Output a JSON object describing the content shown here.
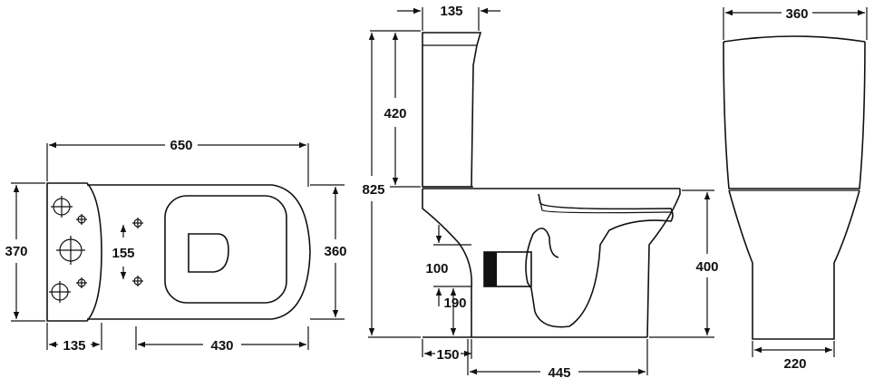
{
  "diagram": {
    "plan_view": {
      "overall_length": "650",
      "overall_width": "370",
      "seat_width": "360",
      "hole_spacing": "155",
      "cistern_depth": "135",
      "pan_length": "430"
    },
    "side_view": {
      "cistern_depth": "135",
      "cistern_height": "420",
      "overall_height": "825",
      "seat_height": "400",
      "waste_diameter": "100",
      "waste_height": "190",
      "waste_offset": "150",
      "outlet_length": "445"
    },
    "front_view": {
      "cistern_width": "360",
      "base_width": "220"
    }
  }
}
